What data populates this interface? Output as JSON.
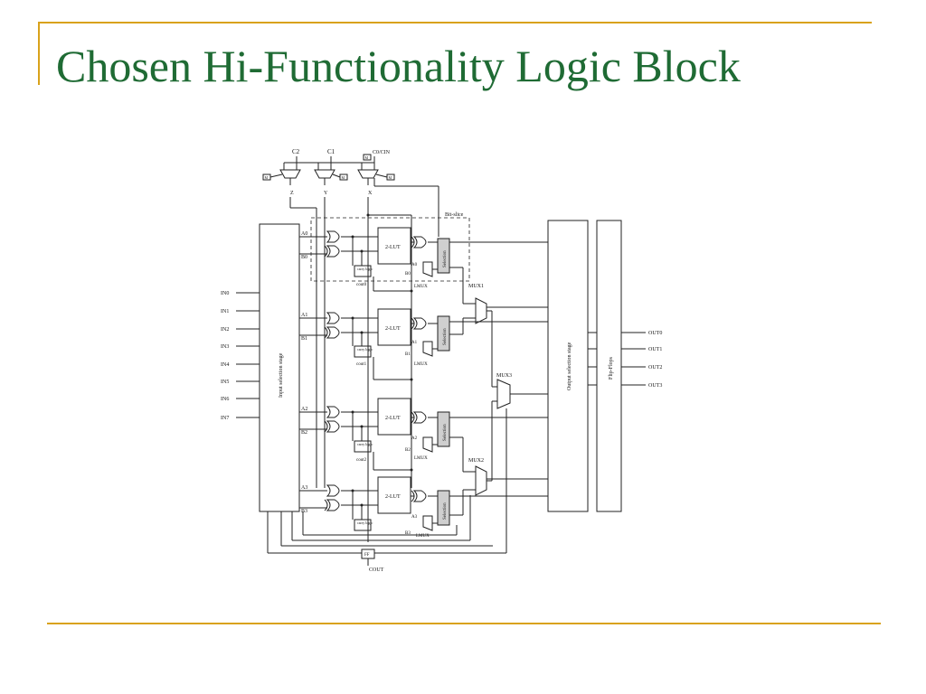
{
  "slide": {
    "title": "Chosen Hi-Functionality Logic Block"
  },
  "diagram": {
    "top_controls": {
      "c2": "C2",
      "c1": "C1",
      "c0_cin": "C0/CIN",
      "mux_z": "Z",
      "mux_y": "Y",
      "mux_x": "X",
      "config_box": "M"
    },
    "inputs": [
      "IN0",
      "IN1",
      "IN2",
      "IN3",
      "IN4",
      "IN5",
      "IN6",
      "IN7"
    ],
    "input_stage_label": "Input selection stage",
    "bit_slice_label": "Bit-slice",
    "slices": [
      {
        "a": "A0",
        "b": "B0",
        "lut": "2-LUT",
        "carry_logic": "carry logic",
        "cout": "cout0",
        "lmux_a": "A0",
        "lmux_b": "B0",
        "lmux": "LMUX",
        "selection": "Selection"
      },
      {
        "a": "A1",
        "b": "B1",
        "lut": "2-LUT",
        "carry_logic": "carry logic",
        "cout": "cout1",
        "lmux_a": "A1",
        "lmux_b": "B1",
        "lmux": "LMUX",
        "selection": "Selection"
      },
      {
        "a": "A2",
        "b": "B2",
        "lut": "2-LUT",
        "carry_logic": "carry logic",
        "cout": "cout2",
        "lmux_a": "A2",
        "lmux_b": "B2",
        "lmux": "LMUX",
        "selection": "Selection"
      },
      {
        "a": "A3",
        "b": "B3",
        "lut": "2-LUT",
        "carry_logic": "carry logic",
        "cout": "",
        "lmux_a": "A3",
        "lmux_b": "B3",
        "lmux": "LMUX",
        "selection": "Selection"
      }
    ],
    "mux_labels": {
      "mux1": "MUX1",
      "mux2": "MUX2",
      "mux3": "MUX3"
    },
    "output_stage_label": "Output selection stage",
    "flip_flops_label": "Flip-Flops",
    "outputs": [
      "OUT0",
      "OUT1",
      "OUT2",
      "OUT3"
    ],
    "ff_label": "FF",
    "cout_label": "COUT"
  }
}
